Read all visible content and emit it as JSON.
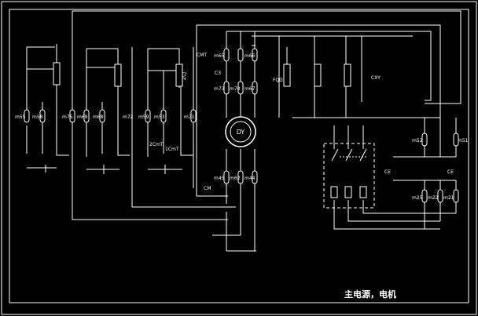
{
  "diagram": {
    "caption": "主电源，电机",
    "motor_label": "DY",
    "labels": {
      "m55": "m55",
      "m58": "m58",
      "m75": "m75",
      "m69": "m69",
      "m68": "m68",
      "m72": "m72",
      "m59": "m59",
      "m53": "m53",
      "m71": "m71",
      "m65": "m65",
      "m66": "m66",
      "m73": "m73",
      "m70": "m70",
      "m67": "m67",
      "m45": "m45",
      "m62": "m62",
      "m44": "m44",
      "m52": "m52",
      "m51": "m51",
      "m25": "m25",
      "m22": "m22",
      "m21": "m21",
      "C3": "C3",
      "ZCJ": "ZCJ",
      "CMT": "CMT",
      "FQD": "FQD",
      "CXY": "CXY",
      "CM": "CM",
      "CE_left": "CE",
      "CE_right": "CE",
      "2CmT": "2CmT",
      "1CmT": "1CmT"
    }
  }
}
